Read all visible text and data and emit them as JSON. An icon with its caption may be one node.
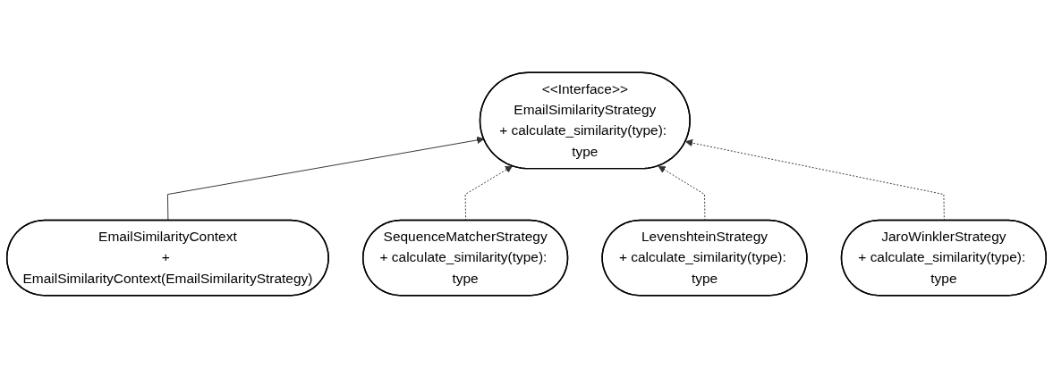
{
  "diagram": {
    "nodes": [
      {
        "text": [
          "EmailSimilarityContext",
          "+ EmailSimilarityContext(EmailSimilarityStrategy)"
        ]
      },
      {
        "text": [
          "<<Interface>>",
          "EmailSimilarityStrategy",
          "+ calculate_similarity(type): type"
        ]
      },
      {
        "text": [
          "SequenceMatcherStrategy",
          "+ calculate_similarity(type): type"
        ]
      },
      {
        "text": [
          "LevenshteinStrategy",
          "+ calculate_similarity(type): type"
        ]
      },
      {
        "text": [
          "JaroWinklerStrategy",
          "+ calculate_similarity(type): type"
        ]
      }
    ],
    "edges": [
      {
        "from": 0,
        "to": 1,
        "arrow": "to"
      },
      {
        "from": 2,
        "to": 1,
        "arrow": "to",
        "style": "dashed"
      },
      {
        "from": 3,
        "to": 1,
        "arrow": "to",
        "style": "dashed"
      },
      {
        "from": 4,
        "to": 1,
        "arrow": "to",
        "style": "dashed"
      }
    ]
  }
}
